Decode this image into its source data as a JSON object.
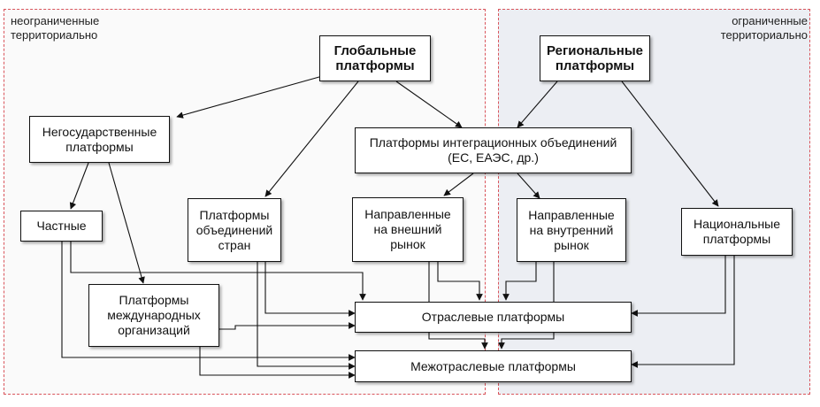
{
  "zones": {
    "unlimited": "неограниченные\nтерриториально",
    "limited": "ограниченные\nтерриториально"
  },
  "nodes": {
    "global": "Глобальные\nплатформы",
    "regional": "Региональные\nплатформы",
    "nongov": "Негосударственные\nплатформы",
    "integration": "Платформы интеграционных объединений\n(ЕС, ЕАЭС, др.)",
    "private": "Частные",
    "countries": "Платформы\nобъединений\nстран",
    "external": "Направленные\nна внешний\nрынок",
    "internal": "Направленные\nна внутренний\nрынок",
    "national": "Национальные\nплатформы",
    "intorg": "Платформы\nмеждународных\nорганизаций",
    "sectoral": "Отраслевые платформы",
    "intersectoral": "Межотраслевые платформы"
  }
}
